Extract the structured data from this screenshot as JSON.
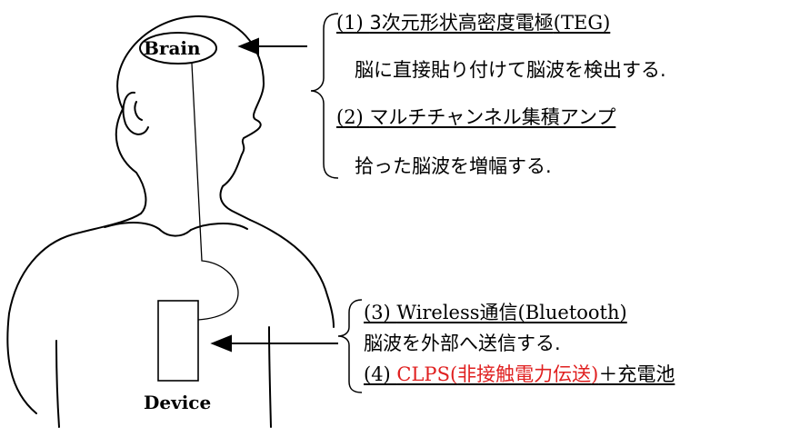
{
  "labels": {
    "brain": "Brain",
    "device": "Device"
  },
  "items": [
    {
      "num": "(1) ",
      "title_jp": "3次元形状高密度電極",
      "title_en": "(TEG)",
      "desc": "脳に直接貼り付けて脳波を検出する."
    },
    {
      "num": "(2) ",
      "title_jp": "マルチチャンネル集積アンプ",
      "desc": "拾った脳波を増幅する."
    },
    {
      "num": "(3) ",
      "title_en": "Wireless",
      "title_jp": "通信",
      "title_en2": "(Bluetooth)",
      "desc": "脳波を外部へ送信する."
    },
    {
      "num": "(4) ",
      "title_red_en": "CLPS(",
      "title_red_jp": "非接触電力伝送",
      "title_red_close": ")",
      "suffix": "＋充電池"
    }
  ],
  "colors": {
    "line": "#000000",
    "highlight": "#e02020",
    "background": "#ffffff"
  }
}
